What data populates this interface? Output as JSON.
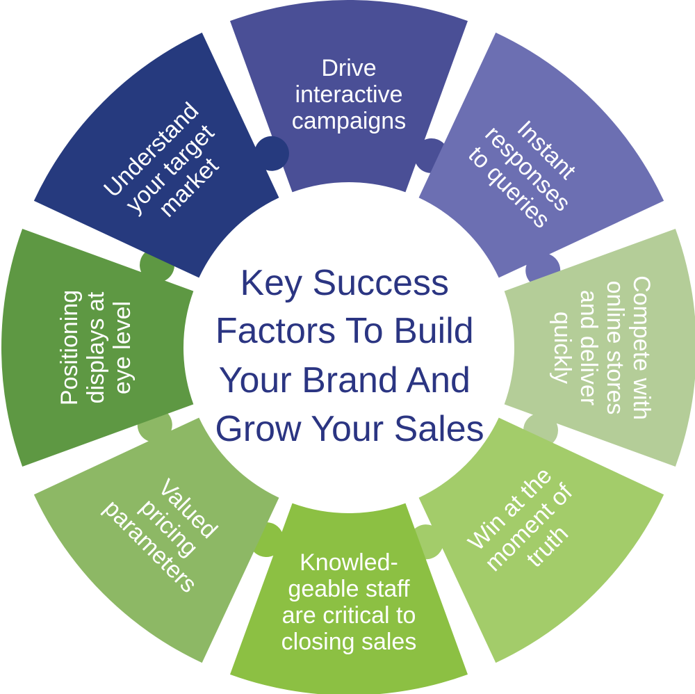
{
  "title": {
    "lines": [
      "Key Success",
      "Factors To Build",
      "Your Brand And",
      "Grow Your Sales"
    ],
    "color": "#2b3582"
  },
  "segments": [
    {
      "id": "drive-campaigns",
      "lines": [
        "Drive",
        "interactive",
        "campaigns"
      ],
      "color": "#4a4f96"
    },
    {
      "id": "instant-responses",
      "lines": [
        "Instant",
        "responses",
        "to queries"
      ],
      "color": "#6c6fb2"
    },
    {
      "id": "compete-online",
      "lines": [
        "Compete with",
        "online stores",
        "and deliver",
        "quickly"
      ],
      "color": "#b4cd98"
    },
    {
      "id": "win-moment",
      "lines": [
        "Win at the",
        "moment of",
        "truth"
      ],
      "color": "#a3cc6a"
    },
    {
      "id": "knowledgeable-staff",
      "lines": [
        "Knowled-",
        "geable staff",
        "are critical to",
        "closing sales"
      ],
      "color": "#8cc043"
    },
    {
      "id": "valued-pricing",
      "lines": [
        "Valued",
        "pricing",
        "parameters"
      ],
      "color": "#8db865"
    },
    {
      "id": "positioning-displays",
      "lines": [
        "Positioning",
        "displays at",
        "eye level"
      ],
      "color": "#5e9843"
    },
    {
      "id": "understand-market",
      "lines": [
        "Understand",
        "your target",
        "market"
      ],
      "color": "#263a7e"
    }
  ]
}
